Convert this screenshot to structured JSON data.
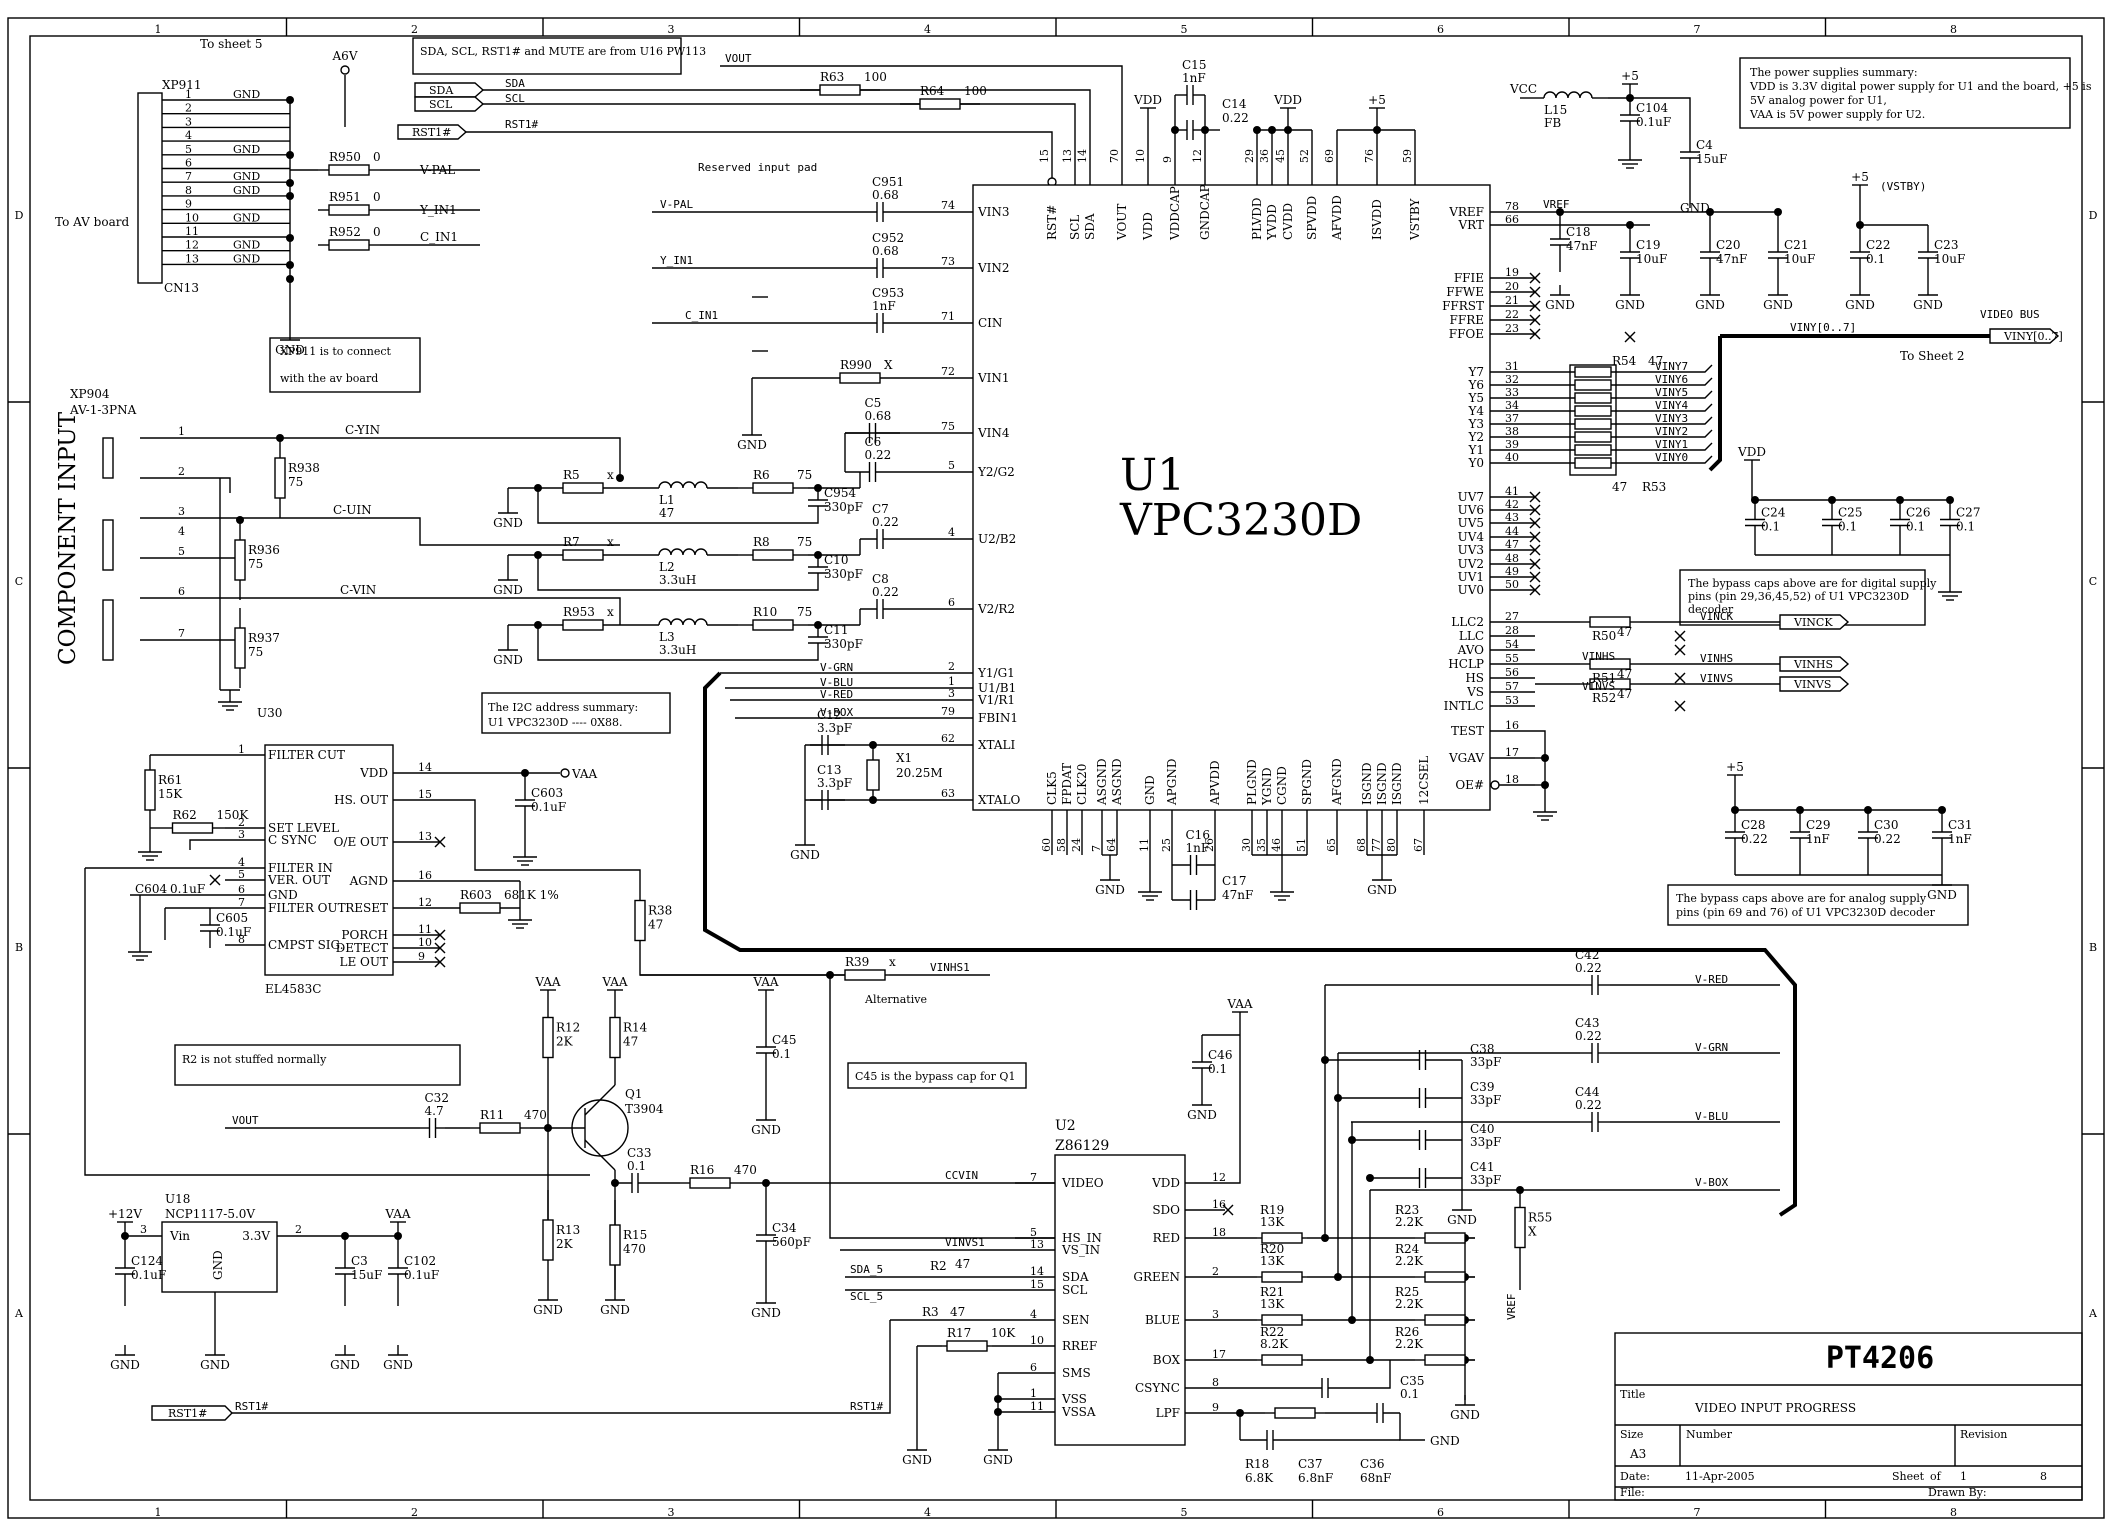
{
  "frame": {
    "columns": [
      "1",
      "2",
      "3",
      "4",
      "5",
      "6",
      "7",
      "8"
    ],
    "rows": [
      "D",
      "C",
      "B",
      "A"
    ]
  },
  "notes": {
    "to_sheet5": "To sheet 5",
    "sda_note": "SDA, SCL, RST1# and MUTE are from U16 PW113",
    "xp911_note_1": "XP911 is to connect",
    "xp911_note_2": "with the av board",
    "i2c_1": "The I2C address summary:",
    "i2c_2": "U1 VPC3230D  ----  0X88.",
    "r2_note": "R2 is not stuffed normally",
    "c45_note": "C45 is the bypass cap for Q1",
    "power_1": "The power supplies summary:",
    "power_2": "VDD is 3.3V digital power supply for U1 and the board, +5 is",
    "power_3": "5V analog power for U1,",
    "power_4": "VAA is 5V power supply for U2.",
    "dig_bypass_1": "The bypass caps above are for digital supply",
    "dig_bypass_2": "pins (pin 29,36,45,52) of U1 VPC3230D",
    "dig_bypass_3": "decoder",
    "ana_bypass_1": "The bypass caps above are for analog supply",
    "ana_bypass_2": "pins (pin 69 and 76) of U1 VPC3230D decoder",
    "reserved": "Reserved input pad",
    "to_sheet2": "To Sheet 2",
    "video_bus": "VIDEO BUS",
    "component_input": "COMPONENT INPUT",
    "to_av_board": "To AV board",
    "alternative": "Alternative",
    "vstby": "(VSTBY)"
  },
  "connector_xp911": {
    "ref": "XP911",
    "footprint": "CN13",
    "pins": [
      "1",
      "2",
      "3",
      "4",
      "5",
      "6",
      "7",
      "8",
      "9",
      "10",
      "11",
      "12",
      "13"
    ],
    "names": [
      "GND",
      "",
      "",
      "",
      "GND",
      "",
      "GND",
      "GND",
      "",
      "GND",
      "",
      "GND",
      "GND"
    ]
  },
  "connector_xp904": {
    "ref": "XP904",
    "type": "AV-1-3PNA"
  },
  "u1": {
    "ref": "U1",
    "part": "VPC3230D",
    "left_pins": [
      {
        "num": "74",
        "name": "VIN3"
      },
      {
        "num": "73",
        "name": "VIN2"
      },
      {
        "num": "71",
        "name": "CIN"
      },
      {
        "num": "72",
        "name": "VIN1"
      },
      {
        "num": "75",
        "name": "VIN4"
      },
      {
        "num": "5",
        "name": "Y2/G2"
      },
      {
        "num": "4",
        "name": "U2/B2"
      },
      {
        "num": "6",
        "name": "V2/R2"
      },
      {
        "num": "2",
        "name": "Y1/G1"
      },
      {
        "num": "1",
        "name": "U1/B1"
      },
      {
        "num": "3",
        "name": "V1/R1"
      },
      {
        "num": "79",
        "name": "FBIN1"
      },
      {
        "num": "62",
        "name": "XTALI"
      },
      {
        "num": "63",
        "name": "XTALO"
      }
    ],
    "top_pins": [
      {
        "num": "15",
        "name": "RST#"
      },
      {
        "num": "13",
        "name": "SCL"
      },
      {
        "num": "14",
        "name": "SDA"
      },
      {
        "num": "70",
        "name": "VOUT"
      },
      {
        "num": "10",
        "name": "VDD"
      },
      {
        "num": "9",
        "name": "VDDCAP"
      },
      {
        "num": "12",
        "name": "GNDCAP"
      },
      {
        "num": "29",
        "name": "PLVDD"
      },
      {
        "num": "36",
        "name": "YVDD"
      },
      {
        "num": "45",
        "name": "CVDD"
      },
      {
        "num": "52",
        "name": "SPVDD"
      },
      {
        "num": "69",
        "name": "AFVDD"
      },
      {
        "num": "76",
        "name": "ISVDD"
      },
      {
        "num": "59",
        "name": "VSTBY"
      }
    ],
    "right_pins": [
      {
        "num": "78",
        "name": "VREF"
      },
      {
        "num": "66",
        "name": "VRT"
      },
      {
        "num": "19",
        "name": "FFIE"
      },
      {
        "num": "20",
        "name": "FFWE"
      },
      {
        "num": "21",
        "name": "FFRST"
      },
      {
        "num": "22",
        "name": "FFRE"
      },
      {
        "num": "23",
        "name": "FFOE"
      },
      {
        "num": "31",
        "name": "Y7"
      },
      {
        "num": "32",
        "name": "Y6"
      },
      {
        "num": "33",
        "name": "Y5"
      },
      {
        "num": "34",
        "name": "Y4"
      },
      {
        "num": "37",
        "name": "Y3"
      },
      {
        "num": "38",
        "name": "Y2"
      },
      {
        "num": "39",
        "name": "Y1"
      },
      {
        "num": "40",
        "name": "Y0"
      },
      {
        "num": "41",
        "name": "UV7"
      },
      {
        "num": "42",
        "name": "UV6"
      },
      {
        "num": "43",
        "name": "UV5"
      },
      {
        "num": "44",
        "name": "UV4"
      },
      {
        "num": "47",
        "name": "UV3"
      },
      {
        "num": "48",
        "name": "UV2"
      },
      {
        "num": "49",
        "name": "UV1"
      },
      {
        "num": "50",
        "name": "UV0"
      },
      {
        "num": "27",
        "name": "LLC2"
      },
      {
        "num": "28",
        "name": "LLC"
      },
      {
        "num": "54",
        "name": "AVO"
      },
      {
        "num": "55",
        "name": "HCLP"
      },
      {
        "num": "56",
        "name": "HS"
      },
      {
        "num": "57",
        "name": "VS"
      },
      {
        "num": "53",
        "name": "INTLC"
      },
      {
        "num": "16",
        "name": "TEST"
      },
      {
        "num": "17",
        "name": "VGAV"
      },
      {
        "num": "18",
        "name": "OE#"
      }
    ],
    "bottom_pins": [
      {
        "num": "60",
        "name": "CLK5"
      },
      {
        "num": "58",
        "name": "FPDAT"
      },
      {
        "num": "24",
        "name": "CLK20"
      },
      {
        "num": "7",
        "name": "ASGND"
      },
      {
        "num": "64",
        "name": "ASGND"
      },
      {
        "num": "11",
        "name": "GND"
      },
      {
        "num": "25",
        "name": "APGND"
      },
      {
        "num": "26",
        "name": "APVDD"
      },
      {
        "num": "30",
        "name": "PLGND"
      },
      {
        "num": "35",
        "name": "YGND"
      },
      {
        "num": "46",
        "name": "CGND"
      },
      {
        "num": "51",
        "name": "SPGND"
      },
      {
        "num": "65",
        "name": "AFGND"
      },
      {
        "num": "68",
        "name": "ISGND"
      },
      {
        "num": "77",
        "name": "ISGND"
      },
      {
        "num": "80",
        "name": "ISGND"
      },
      {
        "num": "67",
        "name": "12CSEL"
      }
    ]
  },
  "u2": {
    "ref": "U2",
    "part": "Z86129",
    "left_pins": [
      {
        "num": "7",
        "name": "VIDEO"
      },
      {
        "num": "5",
        "name": "HS_IN"
      },
      {
        "num": "13",
        "name": "VS_IN"
      },
      {
        "num": "14",
        "name": "SDA"
      },
      {
        "num": "15",
        "name": "SCL"
      },
      {
        "num": "4",
        "name": "SEN"
      },
      {
        "num": "10",
        "name": "RREF"
      },
      {
        "num": "6",
        "name": "SMS"
      },
      {
        "num": "1",
        "name": "VSS"
      },
      {
        "num": "11",
        "name": "VSSA"
      }
    ],
    "right_pins": [
      {
        "num": "12",
        "name": "VDD"
      },
      {
        "num": "16",
        "name": "SDO"
      },
      {
        "num": "18",
        "name": "RED"
      },
      {
        "num": "2",
        "name": "GREEN"
      },
      {
        "num": "3",
        "name": "BLUE"
      },
      {
        "num": "17",
        "name": "BOX"
      },
      {
        "num": "8",
        "name": "CSYNC"
      },
      {
        "num": "9",
        "name": "LPF"
      }
    ]
  },
  "u30": {
    "ref": "U30",
    "part": "EL4583C",
    "left_pins": [
      {
        "num": "1",
        "name": "FILTER CUT"
      },
      {
        "num": "2",
        "name": "SET LEVEL"
      },
      {
        "num": "3",
        "name": "C SYNC"
      },
      {
        "num": "4",
        "name": "FILTER IN"
      },
      {
        "num": "5",
        "name": "VER. OUT"
      },
      {
        "num": "6",
        "name": "GND"
      },
      {
        "num": "7",
        "name": "FILTER OUT"
      },
      {
        "num": "8",
        "name": "CMPST SIG."
      }
    ],
    "right_pins": [
      {
        "num": "14",
        "name": "VDD"
      },
      {
        "num": "15",
        "name": "HS. OUT"
      },
      {
        "num": "13",
        "name": "O/E OUT"
      },
      {
        "num": "16",
        "name": "AGND"
      },
      {
        "num": "12",
        "name": "RESET"
      },
      {
        "num": "11",
        "name": "PORCH"
      },
      {
        "num": "10",
        "name": "DETECT"
      },
      {
        "num": "9",
        "name": "LE OUT"
      }
    ]
  },
  "u18": {
    "ref": "U18",
    "part": "NCP1117-5.0V",
    "vin": "Vin",
    "vout": "3.3V",
    "gnd": "GND",
    "pin_in": "3",
    "pin_out": "2"
  },
  "q1": {
    "ref": "Q1",
    "part": "T3904"
  },
  "x1": {
    "ref": "X1",
    "value": "20.25M"
  },
  "nets": {
    "vout": "VOUT",
    "sda": "SDA",
    "scl": "SCL",
    "rst": "RST1#",
    "vpal": "V-PAL",
    "yin1": "Y_IN1",
    "cin1": "C_IN1",
    "cyin": "C-YIN",
    "cuin": "C-UIN",
    "cvin": "C-VIN",
    "vgrn": "V-GRN",
    "vblu": "V-BLU",
    "vred": "V-RED",
    "vbox": "V-BOX",
    "vref": "VREF",
    "vinck": "VINCK",
    "vinhs": "VINHS",
    "vinvs": "VINVS",
    "vinhs1": "VINHS1",
    "vinvs1": "VINVS1",
    "ccvin": "CCVIN",
    "sda5": "SDA_5",
    "scl5": "SCL_5",
    "viny_bus": "VINY[0..7]",
    "viny": [
      "VINY7",
      "VINY6",
      "VINY5",
      "VINY4",
      "VINY3",
      "VINY2",
      "VINY1",
      "VINY0"
    ],
    "vdd": "VDD",
    "vaa": "VAA",
    "p5": "+5",
    "p12": "+12V",
    "a6v": "A6V",
    "vcc": "VCC",
    "gnd": "GND"
  },
  "components": {
    "r950": [
      "R950",
      "0"
    ],
    "r951": [
      "R951",
      "0"
    ],
    "r952": [
      "R952",
      "0"
    ],
    "r63": [
      "R63",
      "100"
    ],
    "r64": [
      "R64",
      "100"
    ],
    "c15": [
      "C15",
      "1nF"
    ],
    "c14": [
      "C14",
      "0.22"
    ],
    "c951": [
      "C951",
      "0.68"
    ],
    "c952": [
      "C952",
      "0.68"
    ],
    "c953": [
      "C953",
      "1nF"
    ],
    "r990": [
      "R990",
      "X"
    ],
    "c5": [
      "C5",
      "0.68"
    ],
    "c6": [
      "C6",
      "0.22"
    ],
    "r938": [
      "R938",
      "75"
    ],
    "r936": [
      "R936",
      "75"
    ],
    "r937": [
      "R937",
      "75"
    ],
    "r5": [
      "R5",
      "x"
    ],
    "l1": [
      "L1",
      "47"
    ],
    "r6": [
      "R6",
      "75"
    ],
    "c954": [
      "C954",
      "330pF"
    ],
    "r7": [
      "R7",
      "x"
    ],
    "l2": [
      "L2",
      "3.3uH"
    ],
    "r8": [
      "R8",
      "75"
    ],
    "c10": [
      "C10",
      "330pF"
    ],
    "c7": [
      "C7",
      "0.22"
    ],
    "r953": [
      "R953",
      "x"
    ],
    "l3": [
      "L3",
      "3.3uH"
    ],
    "r10": [
      "R10",
      "75"
    ],
    "c11": [
      "C11",
      "330pF"
    ],
    "c8": [
      "C8",
      "0.22"
    ],
    "c12": [
      "C12",
      "3.3pF"
    ],
    "c13": [
      "C13",
      "3.3pF"
    ],
    "l15": [
      "L15",
      "FB"
    ],
    "c104": [
      "C104",
      "0.1uF"
    ],
    "c4": [
      "C4",
      "15uF"
    ],
    "c18": [
      "C18",
      "47nF"
    ],
    "c19": [
      "C19",
      "10uF"
    ],
    "c20": [
      "C20",
      "47nF"
    ],
    "c21": [
      "C21",
      "10uF"
    ],
    "c22": [
      "C22",
      "0.1"
    ],
    "c23": [
      "C23",
      "10uF"
    ],
    "r54": [
      "R54",
      "47"
    ],
    "r53": [
      "R53",
      "47"
    ],
    "c24": [
      "C24",
      "0.1"
    ],
    "c25": [
      "C25",
      "0.1"
    ],
    "c26": [
      "C26",
      "0.1"
    ],
    "c27": [
      "C27",
      "0.1"
    ],
    "r50": [
      "R50",
      "47"
    ],
    "r51": [
      "R51",
      "47"
    ],
    "r52": [
      "R52",
      "47"
    ],
    "c28": [
      "C28",
      "0.22"
    ],
    "c29": [
      "C29",
      "1nF"
    ],
    "c30": [
      "C30",
      "0.22"
    ],
    "c31": [
      "C31",
      "1nF"
    ],
    "c16": [
      "C16",
      "1nF"
    ],
    "c17": [
      "C17",
      "47nF"
    ],
    "r61": [
      "R61",
      "15K"
    ],
    "r62": [
      "R62",
      "150K"
    ],
    "c603": [
      "C603",
      "0.1uF"
    ],
    "r603": [
      "R603",
      "681K 1%"
    ],
    "c604": [
      "C604",
      "0.1uF"
    ],
    "c605": [
      "C605",
      "0.1uF"
    ],
    "r38": [
      "R38",
      "47"
    ],
    "r39": [
      "R39",
      "x"
    ],
    "r12": [
      "R12",
      "2K"
    ],
    "r14": [
      "R14",
      "47"
    ],
    "r13": [
      "R13",
      "2K"
    ],
    "r15": [
      "R15",
      "470"
    ],
    "c32": [
      "C32",
      "4.7"
    ],
    "r11": [
      "R11",
      "470"
    ],
    "c33": [
      "C33",
      "0.1"
    ],
    "r16": [
      "R16",
      "470"
    ],
    "c34": [
      "C34",
      "560pF"
    ],
    "c45": [
      "C45",
      "0.1"
    ],
    "c46": [
      "C46",
      "0.1"
    ],
    "r2": [
      "R2",
      "47"
    ],
    "r3": [
      "R3",
      "47"
    ],
    "r17": [
      "R17",
      "10K"
    ],
    "c124": [
      "C124",
      "0.1uF"
    ],
    "c3": [
      "C3",
      "15uF"
    ],
    "c102": [
      "C102",
      "0.1uF"
    ],
    "r19": [
      "R19",
      "13K"
    ],
    "r20": [
      "R20",
      "13K"
    ],
    "r21": [
      "R21",
      "13K"
    ],
    "r22": [
      "R22",
      "8.2K"
    ],
    "r23": [
      "R23",
      "2.2K"
    ],
    "r24": [
      "R24",
      "2.2K"
    ],
    "r25": [
      "R25",
      "2.2K"
    ],
    "r26": [
      "R26",
      "2.2K"
    ],
    "c35": [
      "C35",
      "0.1"
    ],
    "r18": [
      "R18",
      "6.8K"
    ],
    "c37": [
      "C37",
      "6.8nF"
    ],
    "c36": [
      "C36",
      "68nF"
    ],
    "c42": [
      "C42",
      "0.22"
    ],
    "c43": [
      "C43",
      "0.22"
    ],
    "c44": [
      "C44",
      "0.22"
    ],
    "c38": [
      "C38",
      "33pF"
    ],
    "c39": [
      "C39",
      "33pF"
    ],
    "c40": [
      "C40",
      "33pF"
    ],
    "c41": [
      "C41",
      "33pF"
    ],
    "r55": [
      "R55",
      "X"
    ]
  },
  "title_block": {
    "name": "PT4206",
    "title_label": "Title",
    "title": "VIDEO INPUT PROGRESS",
    "size_label": "Size",
    "size": "A3",
    "number_label": "Number",
    "revision_label": "Revision",
    "date_label": "Date:",
    "date": "11-Apr-2005",
    "sheet_label": "Sheet",
    "of_label": "of",
    "sheet": "1",
    "total": "8",
    "file_label": "File:",
    "drawn_label": "Drawn By:"
  }
}
